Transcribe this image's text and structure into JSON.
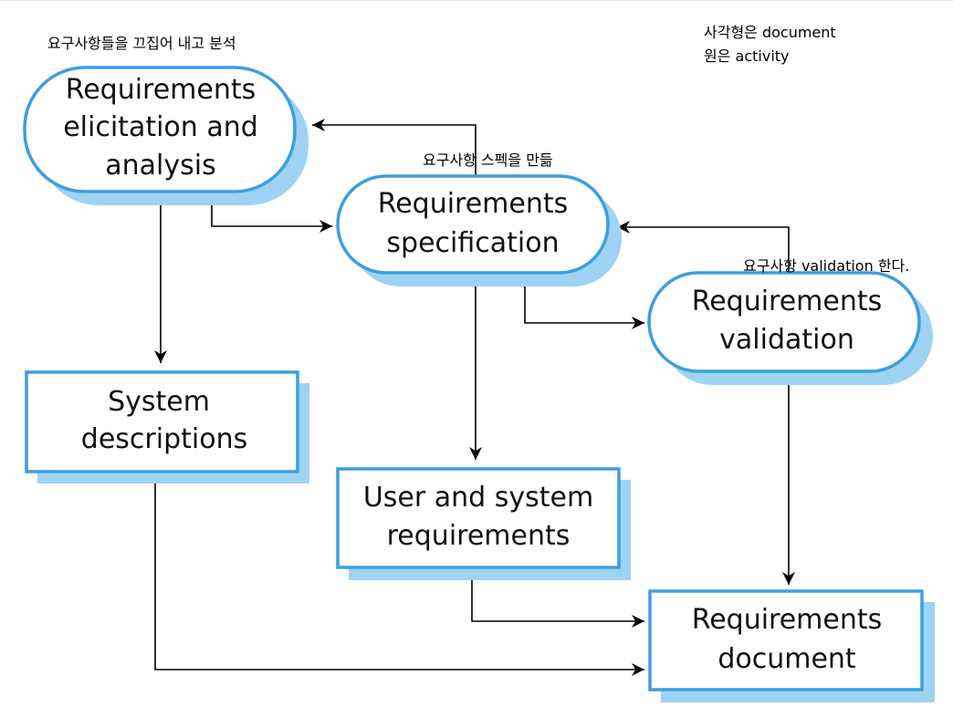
{
  "legend": {
    "line1": "사각형은 document",
    "line2": "원은 activity"
  },
  "annotations": {
    "elicitation": "요구사항들을 끄집어 내고 분석",
    "specification": "요구사항 스펙을 만듦",
    "validation": "요구사항 validation 한다."
  },
  "activities": {
    "elicitation": {
      "line1": "Requirements",
      "line2": "elicitation and",
      "line3": "analysis"
    },
    "specification": {
      "line1": "Requirements",
      "line2": "specification"
    },
    "validation": {
      "line1": "Requirements",
      "line2": "validation"
    }
  },
  "documents": {
    "system_descriptions": {
      "line1": "System",
      "line2": "descriptions"
    },
    "user_system_requirements": {
      "line1": "User and system",
      "line2": "requirements"
    },
    "requirements_document": {
      "line1": "Requirements",
      "line2": "document"
    }
  },
  "colors": {
    "outline": "#3b9fe0",
    "shadow": "#9fd3f3",
    "fill": "#ffffff",
    "arrow": "#000000"
  }
}
